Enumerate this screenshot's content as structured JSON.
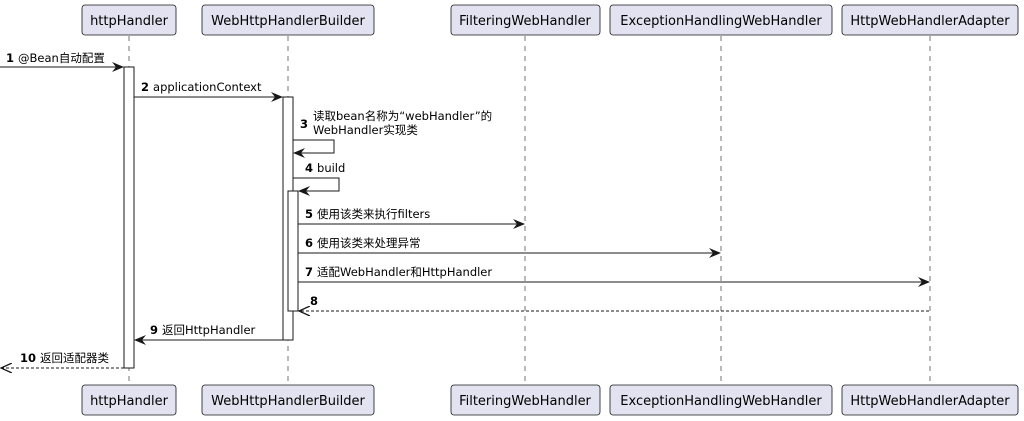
{
  "participants": [
    {
      "id": "httpHandler",
      "label": "httpHandler"
    },
    {
      "id": "builder",
      "label": "WebHttpHandlerBuilder"
    },
    {
      "id": "filtering",
      "label": "FilteringWebHandler"
    },
    {
      "id": "exception",
      "label": "ExceptionHandlingWebHandler"
    },
    {
      "id": "adapter",
      "label": "HttpWebHandlerAdapter"
    }
  ],
  "messages": [
    {
      "num": "1",
      "text": "@Bean自动配置"
    },
    {
      "num": "2",
      "text": "applicationContext"
    },
    {
      "num": "3",
      "text": "读取bean名称为“webHandler”的",
      "text2": "WebHandler实现类"
    },
    {
      "num": "4",
      "text": "build"
    },
    {
      "num": "5",
      "text": "使用该类来执行filters"
    },
    {
      "num": "6",
      "text": "使用该类来处理异常"
    },
    {
      "num": "7",
      "text": "适配WebHandler和HttpHandler"
    },
    {
      "num": "8",
      "text": ""
    },
    {
      "num": "9",
      "text": "返回HttpHandler"
    },
    {
      "num": "10",
      "text": "返回适配器类"
    }
  ]
}
